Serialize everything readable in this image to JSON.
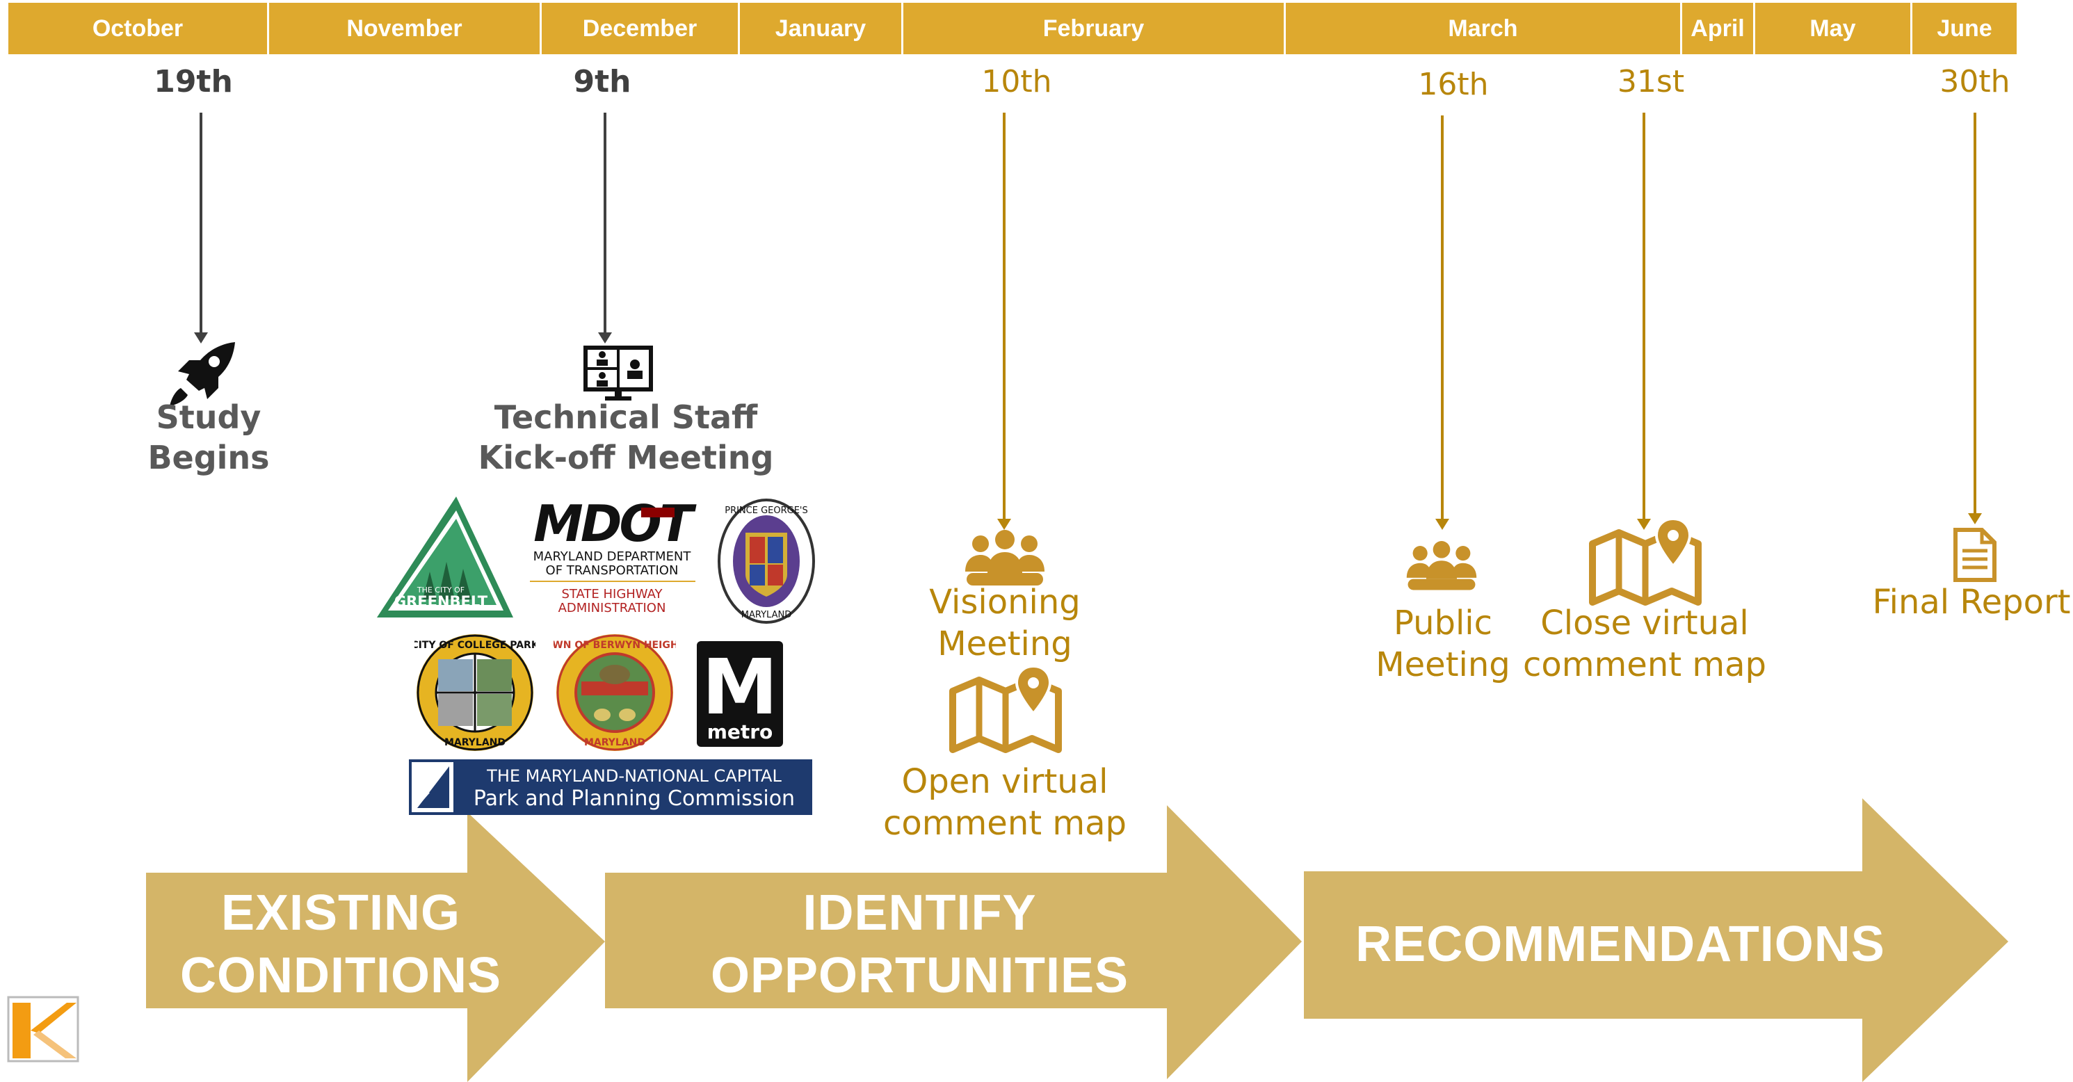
{
  "months": [
    "October",
    "November",
    "December",
    "January",
    "February",
    "March",
    "April",
    "May",
    "June"
  ],
  "events": [
    {
      "date": "19th",
      "label_lines": [
        "Study",
        "Begins"
      ],
      "icon": "rocket-icon"
    },
    {
      "date": "9th",
      "label_lines": [
        "Technical Staff",
        "Kick-off Meeting"
      ],
      "icon": "video-conference-icon"
    },
    {
      "date": "10th",
      "label_lines": [
        "Visioning",
        "Meeting",
        "Open virtual",
        "comment map"
      ],
      "icon": "group-icon"
    },
    {
      "date": "16th",
      "label_lines": [
        "Public",
        "Meeting"
      ],
      "icon": "group-icon"
    },
    {
      "date": "31st",
      "label_lines": [
        "Close virtual",
        "comment map"
      ],
      "icon": "map-pin-icon"
    },
    {
      "date": "30th",
      "label_lines": [
        "Final Report"
      ],
      "icon": "document-icon"
    }
  ],
  "phases": [
    {
      "lines": [
        "EXISTING",
        "CONDITIONS"
      ]
    },
    {
      "lines": [
        "IDENTIFY",
        "OPPORTUNITIES"
      ]
    },
    {
      "lines": [
        "RECOMMENDATIONS"
      ]
    }
  ],
  "logos": {
    "greenbelt": {
      "line1": "THE CITY OF",
      "line2": "GREENBELT"
    },
    "mdot": {
      "mark": "MDOT",
      "line1": "MARYLAND DEPARTMENT",
      "line2": "OF TRANSPORTATION",
      "line3": "STATE HIGHWAY",
      "line4": "ADMINISTRATION"
    },
    "pg_county": {
      "top": "PRINCE GEORGE'S",
      "bottom": "MARYLAND"
    },
    "college_park": {
      "top": "CITY OF COLLEGE PARK",
      "bottom": "MARYLAND"
    },
    "berwyn": {
      "top": "TOWN OF BERWYN HEIGHTS",
      "bottom": "MARYLAND"
    },
    "metro": {
      "mark": "M",
      "word": "metro"
    },
    "mncppc": {
      "line1": "THE MARYLAND-NATIONAL CAPITAL",
      "line2": "Park and Planning Commission"
    }
  },
  "colors": {
    "gold": "#DEA92E",
    "dark_gold": "#B8860B",
    "phase": "#D4B568",
    "dark_text": "#404040"
  }
}
